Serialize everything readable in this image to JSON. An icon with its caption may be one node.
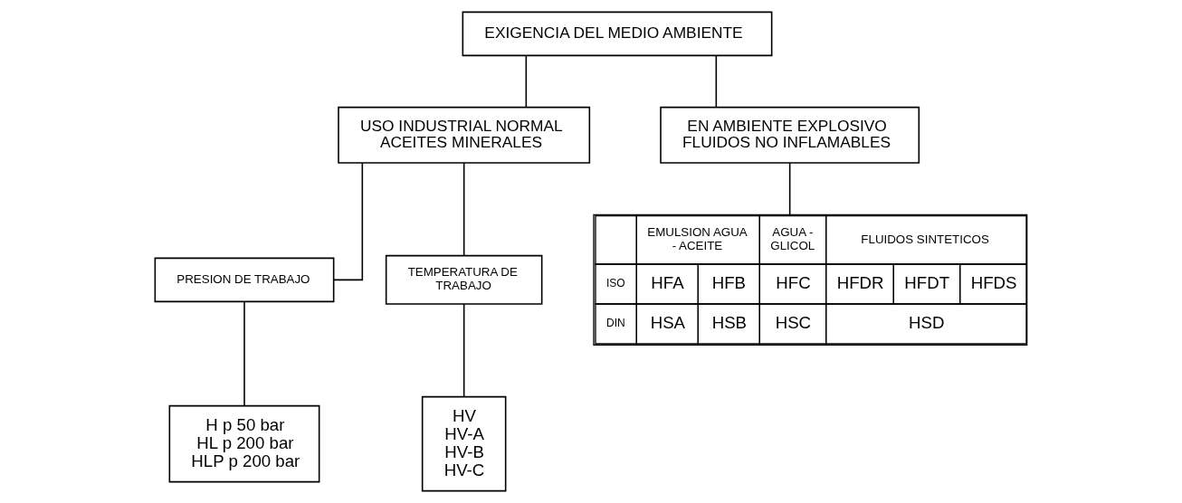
{
  "diagram": {
    "nodes": [
      {
        "text": [
          "EXIGENCIA DEL MEDIO AMBIENTE"
        ]
      },
      {
        "text": [
          "USO INDUSTRIAL NORMAL ACEITES MINERALES"
        ]
      },
      {
        "text": [
          "EN AMBIENTE EXPLOSIVO FLUIDOS NO INFLAMABLES"
        ]
      },
      {
        "text": [
          "PRESION DE TRABAJO"
        ]
      },
      {
        "text": [
          "TEMPERATURA DE TRABAJO"
        ]
      },
      {
        "text": [
          "H p 50 bar",
          "HL p 200 bar",
          "HLP p 200 bar"
        ]
      },
      {
        "text": [
          "HV",
          "HV-A",
          "HV-B",
          "HV-C"
        ]
      },
      {
        "text": [
          "EMULSION AGUA - ACEITE",
          "AGUA - GLICOL",
          "FLUIDOS SINTETICOS",
          "ISO",
          "HFA",
          "HFB",
          "HFC",
          "HFDR",
          "HFDT",
          "HFDS",
          "DIN",
          "HSA",
          "HSB",
          "HSC",
          "HSD"
        ]
      }
    ],
    "edges": [
      {
        "from": 0,
        "to": 1,
        "arrow": "none"
      },
      {
        "from": 0,
        "to": 2,
        "arrow": "none"
      },
      {
        "from": 1,
        "to": 3,
        "arrow": "none"
      },
      {
        "from": 1,
        "to": 4,
        "arrow": "none"
      },
      {
        "from": 3,
        "to": 5,
        "arrow": "none"
      },
      {
        "from": 4,
        "to": 6,
        "arrow": "none"
      },
      {
        "from": 2,
        "to": 7,
        "arrow": "none"
      }
    ]
  }
}
